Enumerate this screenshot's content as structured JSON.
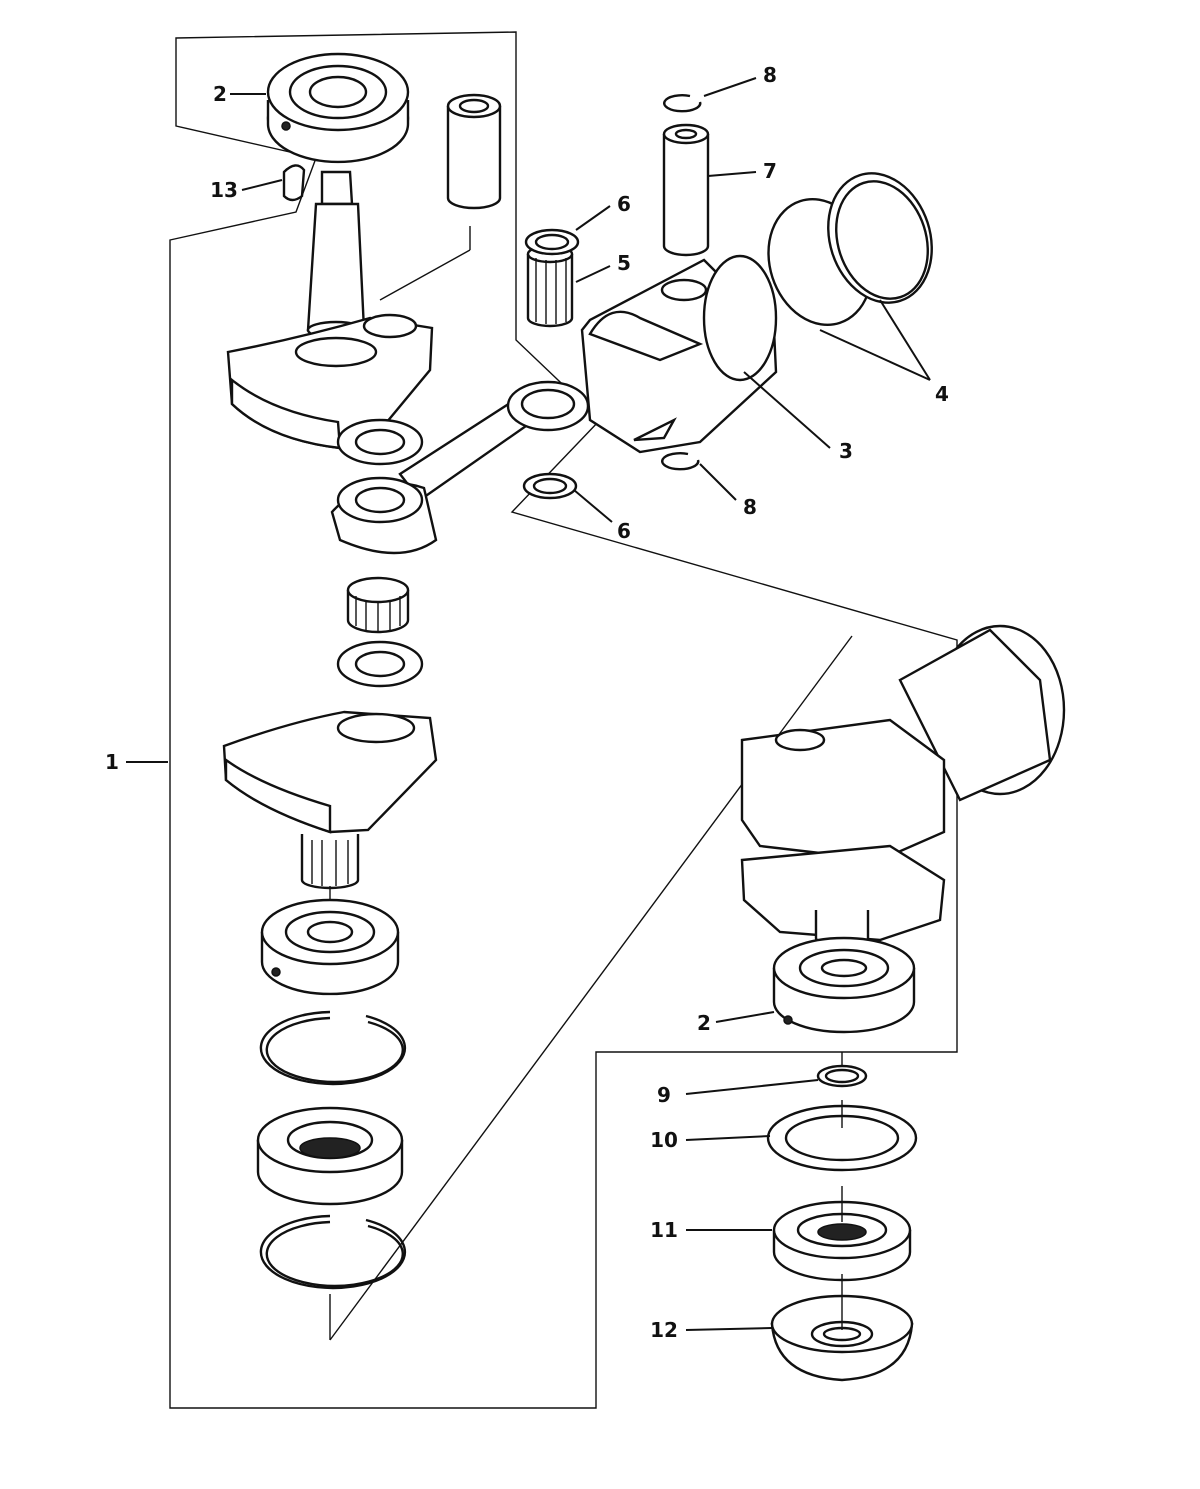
{
  "callouts": [
    {
      "id": "c1",
      "label": "1"
    },
    {
      "id": "c2a",
      "label": "2"
    },
    {
      "id": "c2b",
      "label": "2"
    },
    {
      "id": "c3",
      "label": "3"
    },
    {
      "id": "c4",
      "label": "4"
    },
    {
      "id": "c5",
      "label": "5"
    },
    {
      "id": "c6a",
      "label": "6"
    },
    {
      "id": "c6b",
      "label": "6"
    },
    {
      "id": "c7",
      "label": "7"
    },
    {
      "id": "c8a",
      "label": "8"
    },
    {
      "id": "c8b",
      "label": "8"
    },
    {
      "id": "c9",
      "label": "9"
    },
    {
      "id": "c10",
      "label": "10"
    },
    {
      "id": "c11",
      "label": "11"
    },
    {
      "id": "c12",
      "label": "12"
    },
    {
      "id": "c13",
      "label": "13"
    }
  ],
  "colors": {
    "ink": "#111111",
    "paper": "#ffffff"
  }
}
